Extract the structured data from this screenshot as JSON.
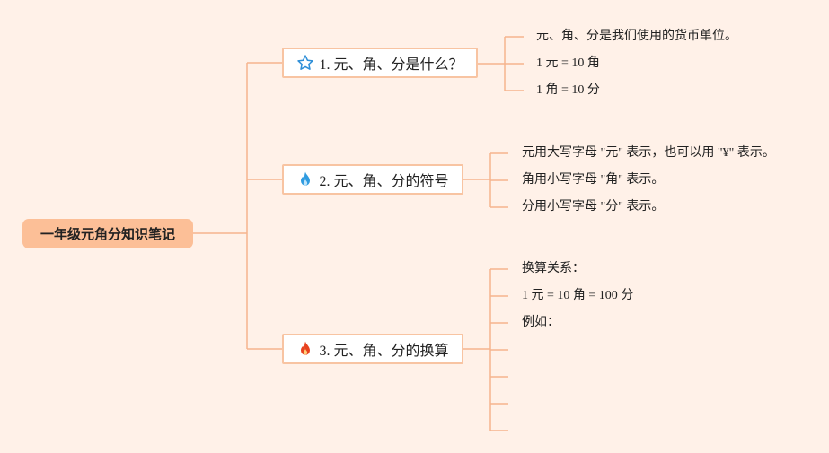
{
  "root": {
    "label": "一年级元角分知识笔记"
  },
  "topics": [
    {
      "label": "1. 元、角、分是什么？",
      "icon": "star-icon",
      "items": [
        "元、角、分是我们使用的货币单位。",
        "1 元 = 10 角",
        "1 角 = 10 分"
      ]
    },
    {
      "label": "2. 元、角、分的符号",
      "icon": "blue-flame-icon",
      "items": [
        "元用大写字母 \"元\" 表示，也可以用 \"¥\" 表示。",
        "角用小写字母 \"角\" 表示。",
        "分用小写字母 \"分\" 表示。"
      ]
    },
    {
      "label": "3. 元、角、分的换算",
      "icon": "red-flame-icon",
      "items": [
        "换算关系：",
        "1 元 = 10 角 = 100 分",
        "例如："
      ]
    }
  ],
  "colors": {
    "background": "#fff1e8",
    "root": "#fcbf97",
    "line": "#f6b48d",
    "star": "#2f8fd8",
    "blue_flame": "#2f9be0",
    "red_flame": "#e8421e"
  }
}
